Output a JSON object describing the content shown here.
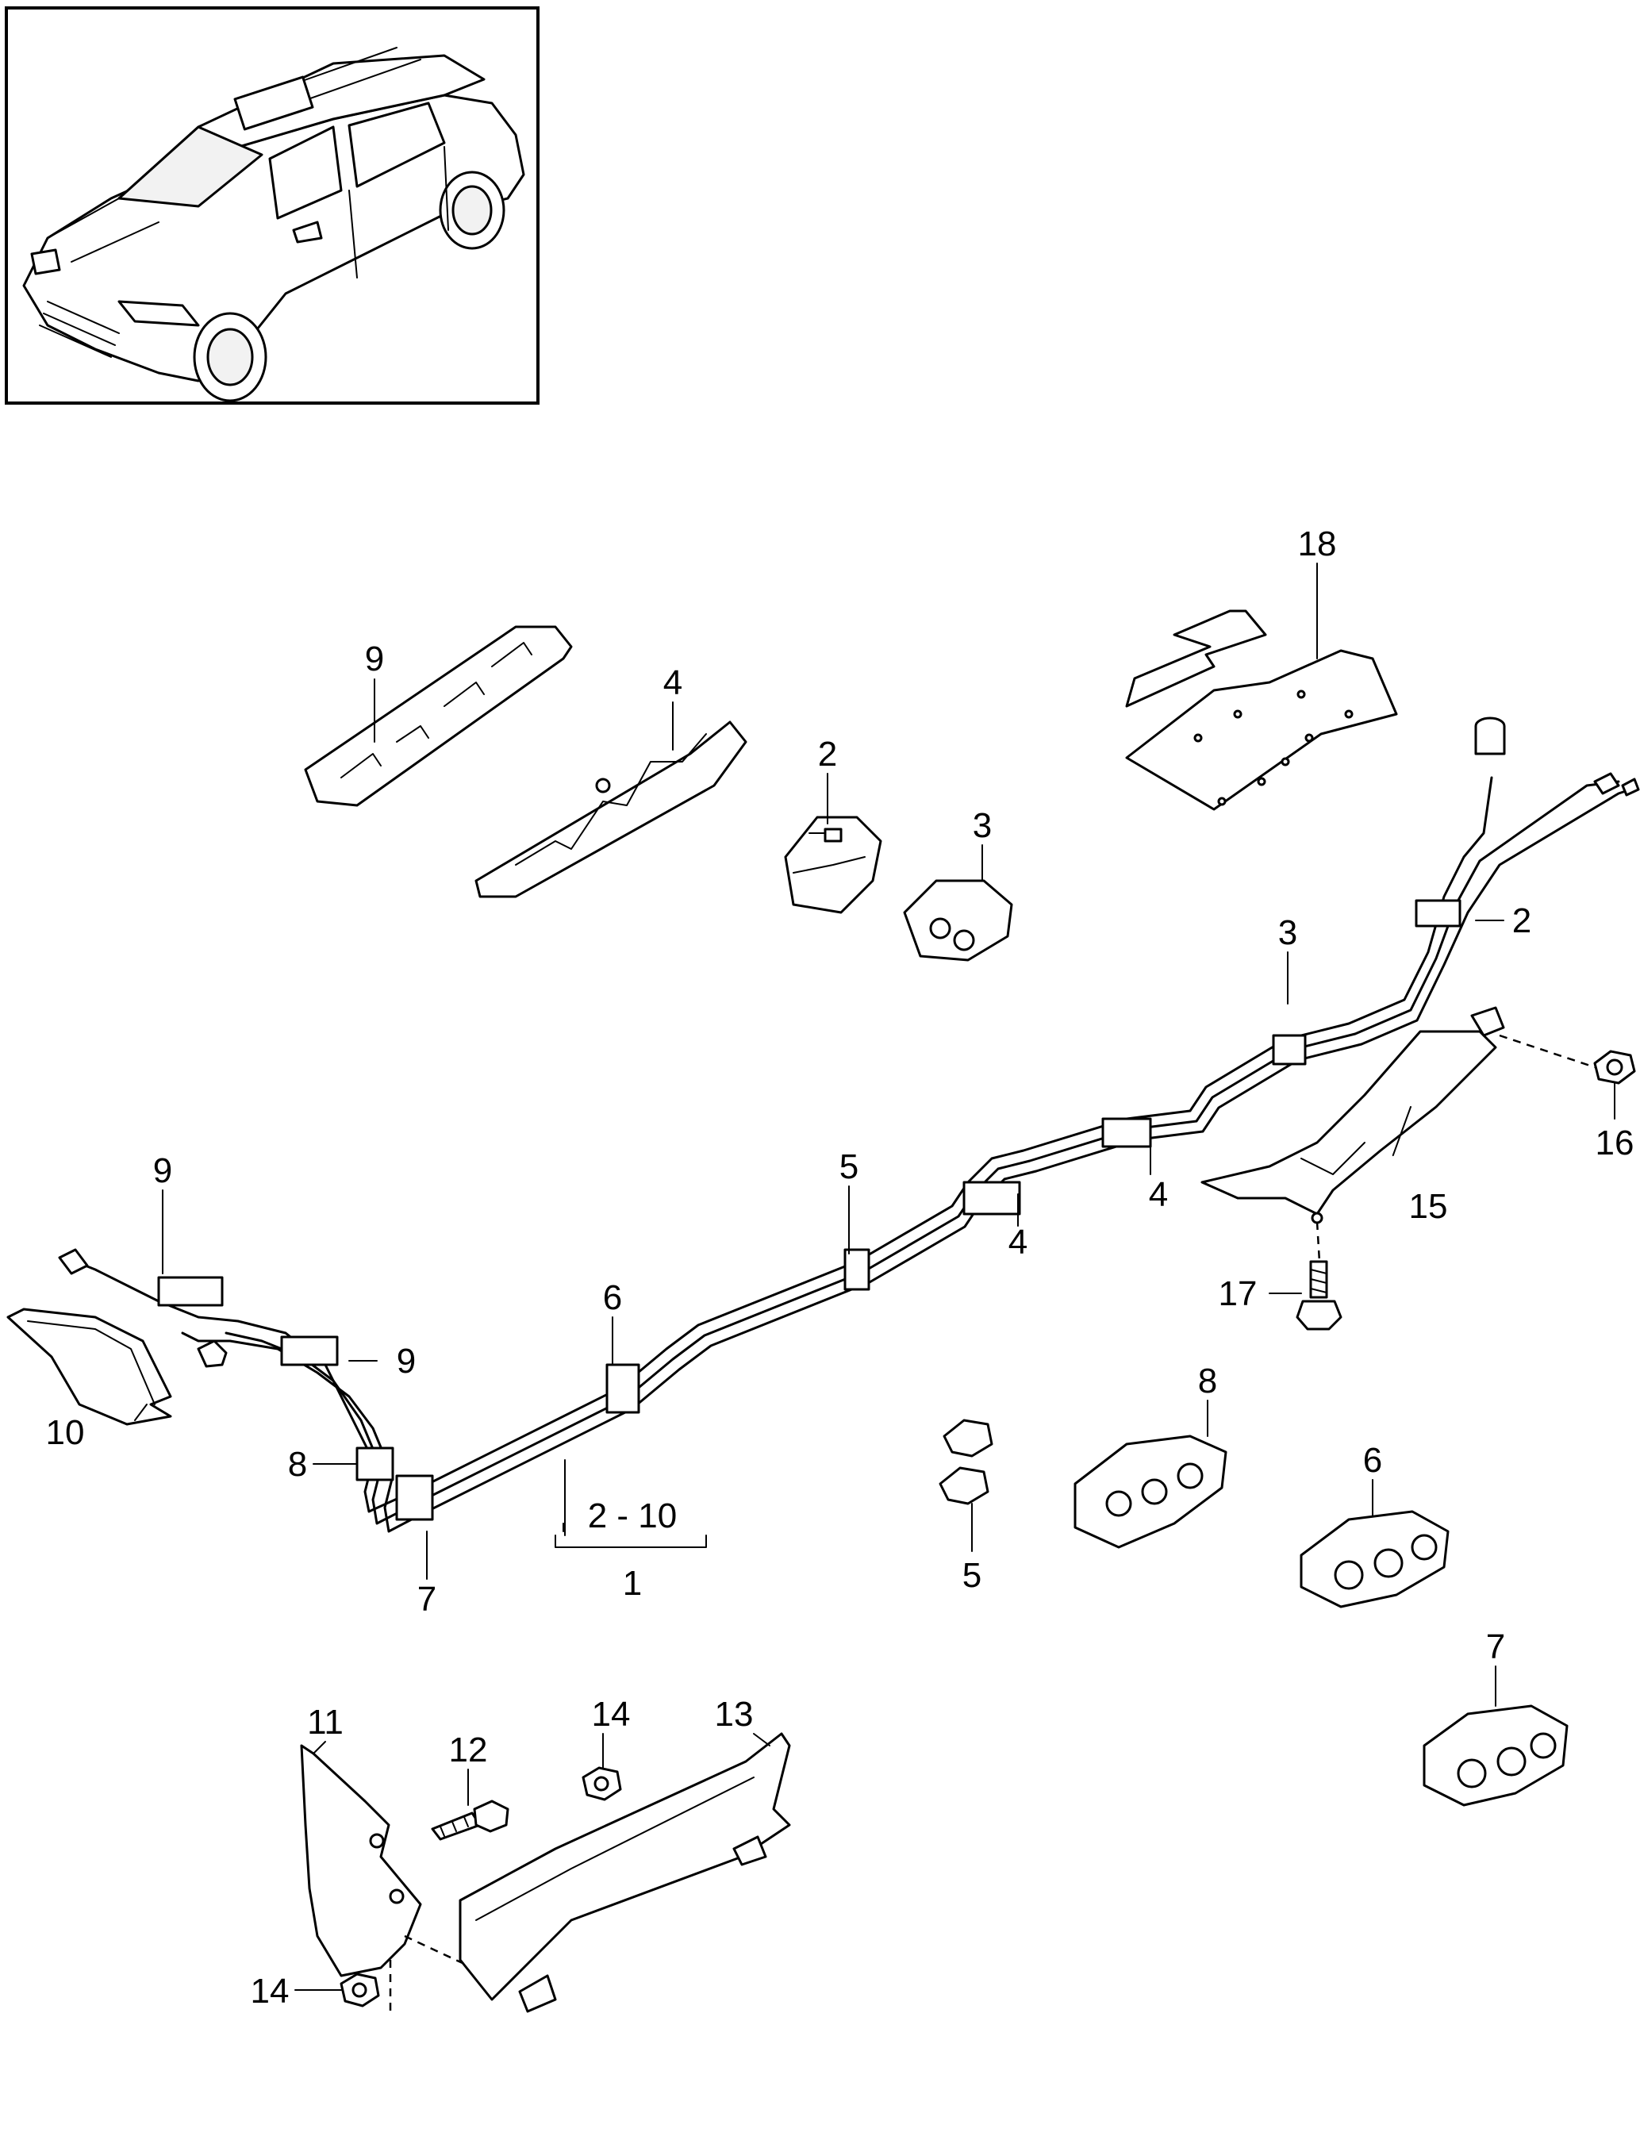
{
  "callouts": {
    "c18": "18",
    "c9a": "9",
    "c4a": "4",
    "c2a": "2",
    "c3a": "3",
    "c2b": "2",
    "c3b": "3",
    "c4b": "4",
    "c4c": "4",
    "c5a": "5",
    "c15": "15",
    "c16": "16",
    "c17": "17",
    "c9b": "9",
    "c9c": "9",
    "c6a": "6",
    "c10": "10",
    "c8a": "8",
    "c8b": "8",
    "c6b": "6",
    "c7a": "7",
    "c1": "1",
    "c2to10": "2 - 10",
    "c5b": "5",
    "c7b": "7",
    "c11": "11",
    "c12": "12",
    "c14a": "14",
    "c13": "13",
    "c14b": "14"
  }
}
